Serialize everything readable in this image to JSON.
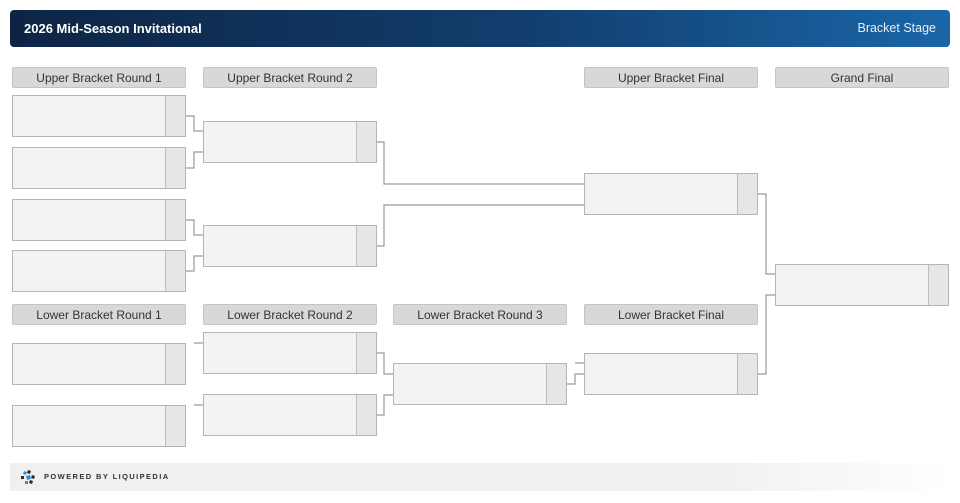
{
  "header": {
    "title": "2026 Mid-Season Invitational",
    "stage": "Bracket Stage",
    "colors": {
      "start": "#0d2444",
      "end": "#1a66a8"
    }
  },
  "rounds": {
    "ub_r1": "Upper Bracket Round 1",
    "ub_r2": "Upper Bracket Round 2",
    "ub_final": "Upper Bracket Final",
    "grand_final": "Grand Final",
    "lb_r1": "Lower Bracket Round 1",
    "lb_r2": "Lower Bracket Round 2",
    "lb_r3": "Lower Bracket Round 3",
    "lb_final": "Lower Bracket Final"
  },
  "footer": {
    "text": "POWERED BY LIQUIPEDIA",
    "logo_icon": "liquipedia-logo-icon"
  }
}
